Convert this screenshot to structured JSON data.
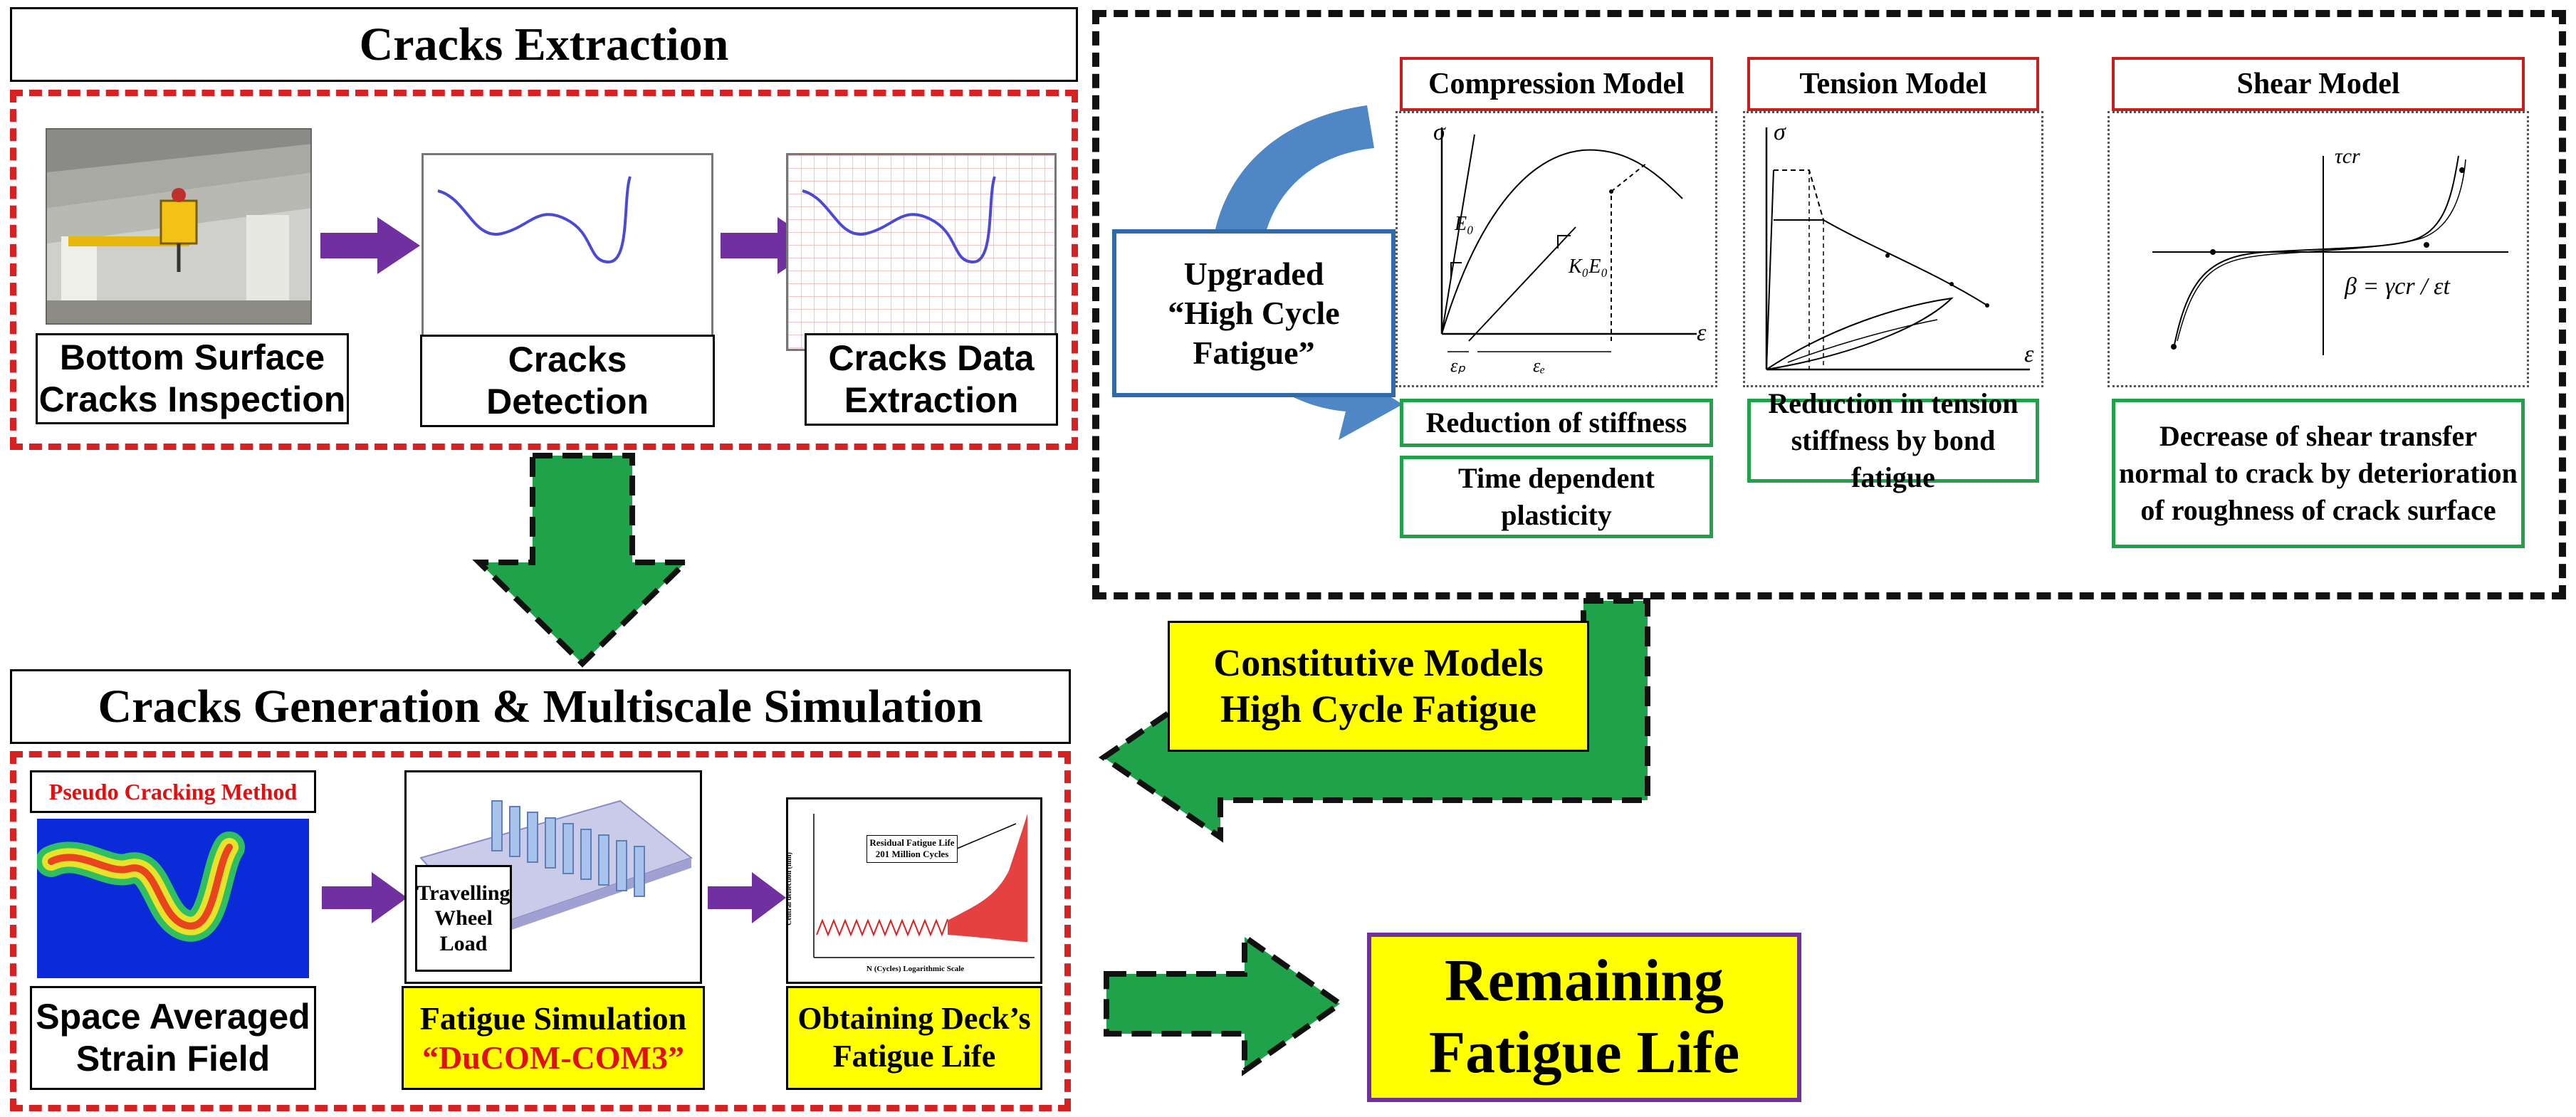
{
  "sections": {
    "extraction_title": "Cracks Extraction",
    "generation_title": "Cracks Generation & Multiscale Simulation"
  },
  "extraction_steps": [
    {
      "label": "Bottom Surface Cracks Inspection"
    },
    {
      "label": "Cracks Detection"
    },
    {
      "label": "Cracks Data Extraction"
    }
  ],
  "upgraded": {
    "line1": "Upgraded",
    "line2": "“High Cycle",
    "line3": "Fatigue”"
  },
  "models": {
    "compression": {
      "title": "Compression Model",
      "axis_y": "σ",
      "axis_x": "ε",
      "e0": "E₀",
      "k0e0": "K₀E₀",
      "ep": "εₚ",
      "ee": "εₑ",
      "effects": [
        "Reduction of stiffness",
        "Time dependent plasticity"
      ]
    },
    "tension": {
      "title": "Tension Model",
      "axis_y": "σ",
      "axis_x": "ε",
      "effects": [
        "Reduction in tension stiffness by bond fatigue"
      ]
    },
    "shear": {
      "title": "Shear Model",
      "axis_y": "τcr",
      "beta": "β = γcr / εt",
      "effects": [
        "Decrease of shear transfer normal to crack by deterioration of roughness of crack surface"
      ]
    }
  },
  "constitutive": {
    "line1": "Constitutive Models",
    "line2": "High Cycle Fatigue"
  },
  "simulation": {
    "pseudo_label": "Pseudo Cracking Method",
    "wheel_label": "Travelling Wheel Load",
    "residual_line1": "Residual Fatigue Life",
    "residual_line2": "201 Million Cycles",
    "plot_xlabel": "N (Cycles) Logarithmic Scale",
    "plot_ylabel": "Central deflection (mm)",
    "steps": [
      {
        "label": "Space Averaged Strain Field"
      },
      {
        "label_line1": "Fatigue Simulation",
        "label_line2": "“DuCOM-COM3”"
      },
      {
        "label": "Obtaining Deck’s Fatigue Life"
      }
    ]
  },
  "result": {
    "line1": "Remaining",
    "line2": "Fatigue Life"
  },
  "colors": {
    "accent_red": "#d62222",
    "arrow_purple": "#7030a0",
    "arrow_green": "#1fa24a",
    "highlight_yellow": "#ffff00"
  }
}
